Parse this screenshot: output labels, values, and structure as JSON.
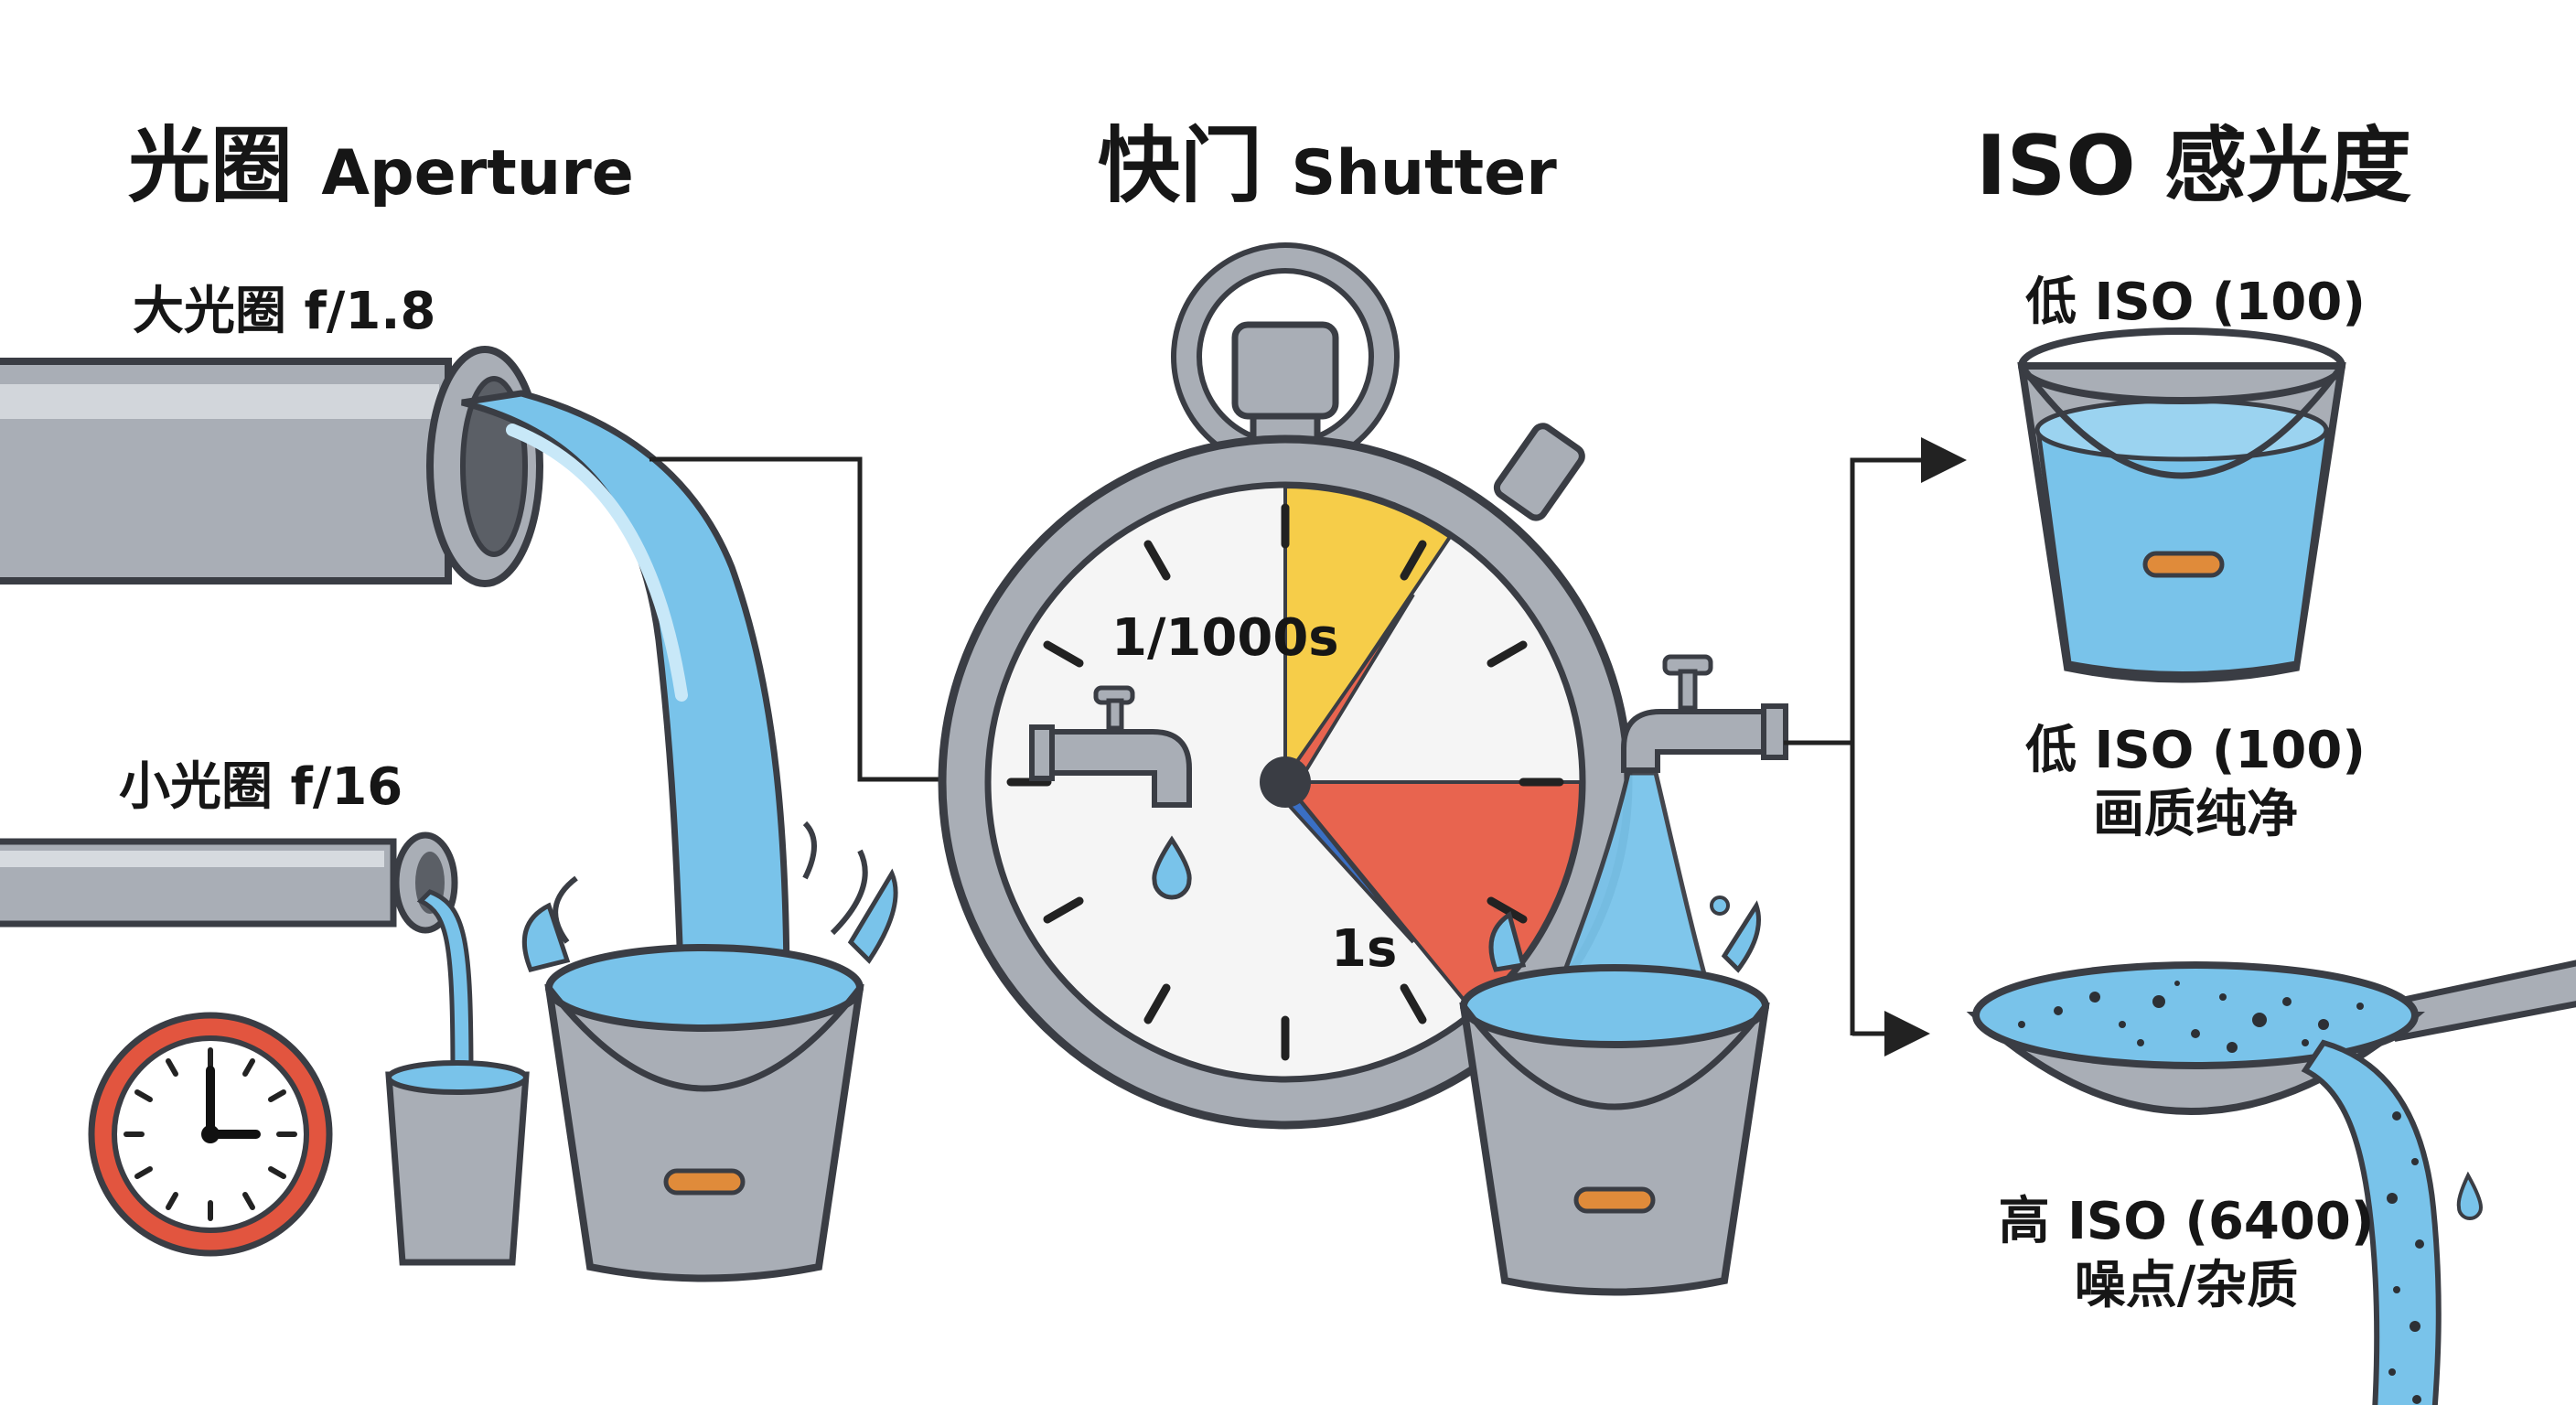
{
  "headings": {
    "aperture_zh": "光圈",
    "aperture_en": "Aperture",
    "shutter_zh": "快门",
    "shutter_en": "Shutter",
    "iso": "ISO 感光度"
  },
  "aperture": {
    "large_label": "大光圈 f/1.8",
    "small_label": "小光圈 f/16"
  },
  "shutter": {
    "fast_label": "1/1000s",
    "slow_label": "1s"
  },
  "iso": {
    "low_title": "低 ISO (100)",
    "low_caption_line1": "低 ISO (100)",
    "low_caption_line2": "画质纯净",
    "high_caption_line1": "高 ISO (6400)",
    "high_caption_line2": "噪点/杂质"
  },
  "colors": {
    "pipe": "#a9aeb6",
    "water": "#79c3ea",
    "outline": "#3a3d44",
    "handle": "#e08b3a",
    "yellow_wedge": "#f6cd49",
    "red_wedge": "#e8644f",
    "clock_rim": "#e2553f"
  },
  "icons": [
    "pipe-icon",
    "bucket-icon",
    "cup-icon",
    "clock-icon",
    "stopwatch-icon",
    "faucet-icon",
    "water-drop-icon",
    "arrow-icon",
    "strainer-icon"
  ]
}
